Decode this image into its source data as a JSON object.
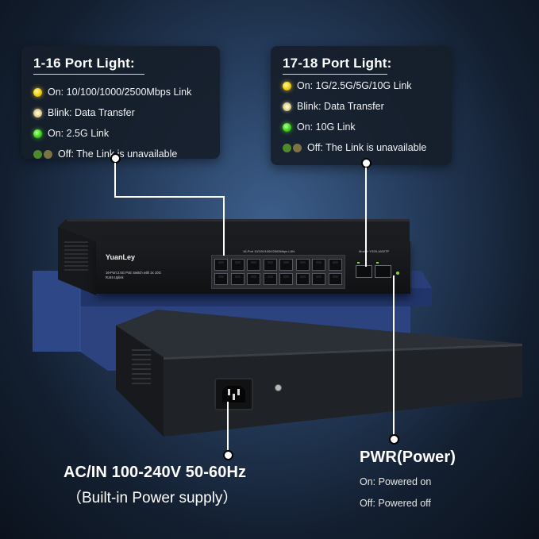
{
  "left_panel": {
    "title": "1-16 Port Light:",
    "rows": [
      {
        "dot": "yellow",
        "text": "On: 10/100/1000/2500Mbps Link"
      },
      {
        "dot": "blink",
        "text": "Blink: Data Transfer"
      },
      {
        "dot": "green",
        "text": "On: 2.5G Link"
      },
      {
        "dot": "off",
        "text": "Off: The Link is unavailable"
      }
    ]
  },
  "right_panel": {
    "title": "17-18 Port Light:",
    "rows": [
      {
        "dot": "yellow",
        "text": "On: 1G/2.5G/5G/10G Link"
      },
      {
        "dot": "blink",
        "text": "Blink: Data Transfer"
      },
      {
        "dot": "green",
        "text": "On: 10G Link"
      },
      {
        "dot": "off",
        "text": "Off: The Link is unavailable"
      }
    ]
  },
  "device": {
    "brand": "YuanLey",
    "description": "16-Port 2.5G PoE Switch with 2x 10G RJ45 Uplink",
    "port_header": "16-Port 10/100/1000/2500Mbps LAN",
    "model": "Model: YS25-1602TP"
  },
  "ac_label": {
    "line1": "AC/IN 100-240V 50-60Hz",
    "line2": "（Built-in Power supply）"
  },
  "pwr_label": {
    "title": "PWR(Power)",
    "on": "On: Powered on",
    "off": "Off: Powered off"
  },
  "colors": {
    "led_yellow": "#f5d51d",
    "led_green": "#4cde25",
    "stand_blue": "#2d447f",
    "background": "#253c5c"
  }
}
